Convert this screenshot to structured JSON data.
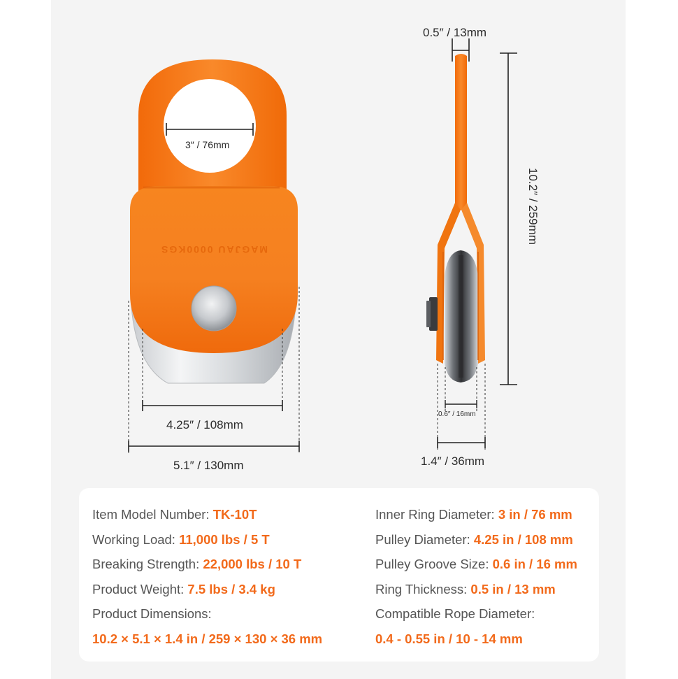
{
  "colors": {
    "accent": "#f26a1b",
    "pulley_orange": "#f57a12",
    "text": "#2b2b2b",
    "label": "#555555"
  },
  "front_view": {
    "engraving": "MAGJAU 0000KGS",
    "ring_diameter_label": "3″ / 76mm",
    "sheave_width_label": "4.25″ / 108mm",
    "overall_width_label": "5.1″ / 130mm"
  },
  "side_view": {
    "ring_thickness_label": "0.5″ / 13mm",
    "height_label": "10.2″ / 259mm",
    "groove_label": "0.6″ / 16mm",
    "depth_label": "1.4″ / 36mm"
  },
  "specs": {
    "left": [
      {
        "label": "Item Model Number: ",
        "value": "TK-10T"
      },
      {
        "label": "Working Load: ",
        "value": "11,000 lbs / 5 T"
      },
      {
        "label": "Breaking Strength: ",
        "value": "22,000 lbs / 10 T"
      },
      {
        "label": "Product Weight: ",
        "value": "7.5 lbs / 3.4 kg"
      },
      {
        "label": "Product Dimensions:",
        "value": ""
      },
      {
        "label": "",
        "value": "10.2 × 5.1 × 1.4 in / 259 × 130 × 36 mm"
      }
    ],
    "right": [
      {
        "label": "Inner Ring Diameter: ",
        "value": "3 in / 76 mm"
      },
      {
        "label": "Pulley Diameter: ",
        "value": "4.25 in / 108 mm"
      },
      {
        "label": "Pulley Groove Size: ",
        "value": "0.6 in / 16 mm"
      },
      {
        "label": "Ring Thickness: ",
        "value": "0.5 in / 13 mm"
      },
      {
        "label": "Compatible Rope Diameter:",
        "value": ""
      },
      {
        "label": "",
        "value": "0.4 - 0.55 in / 10 - 14 mm"
      }
    ]
  }
}
